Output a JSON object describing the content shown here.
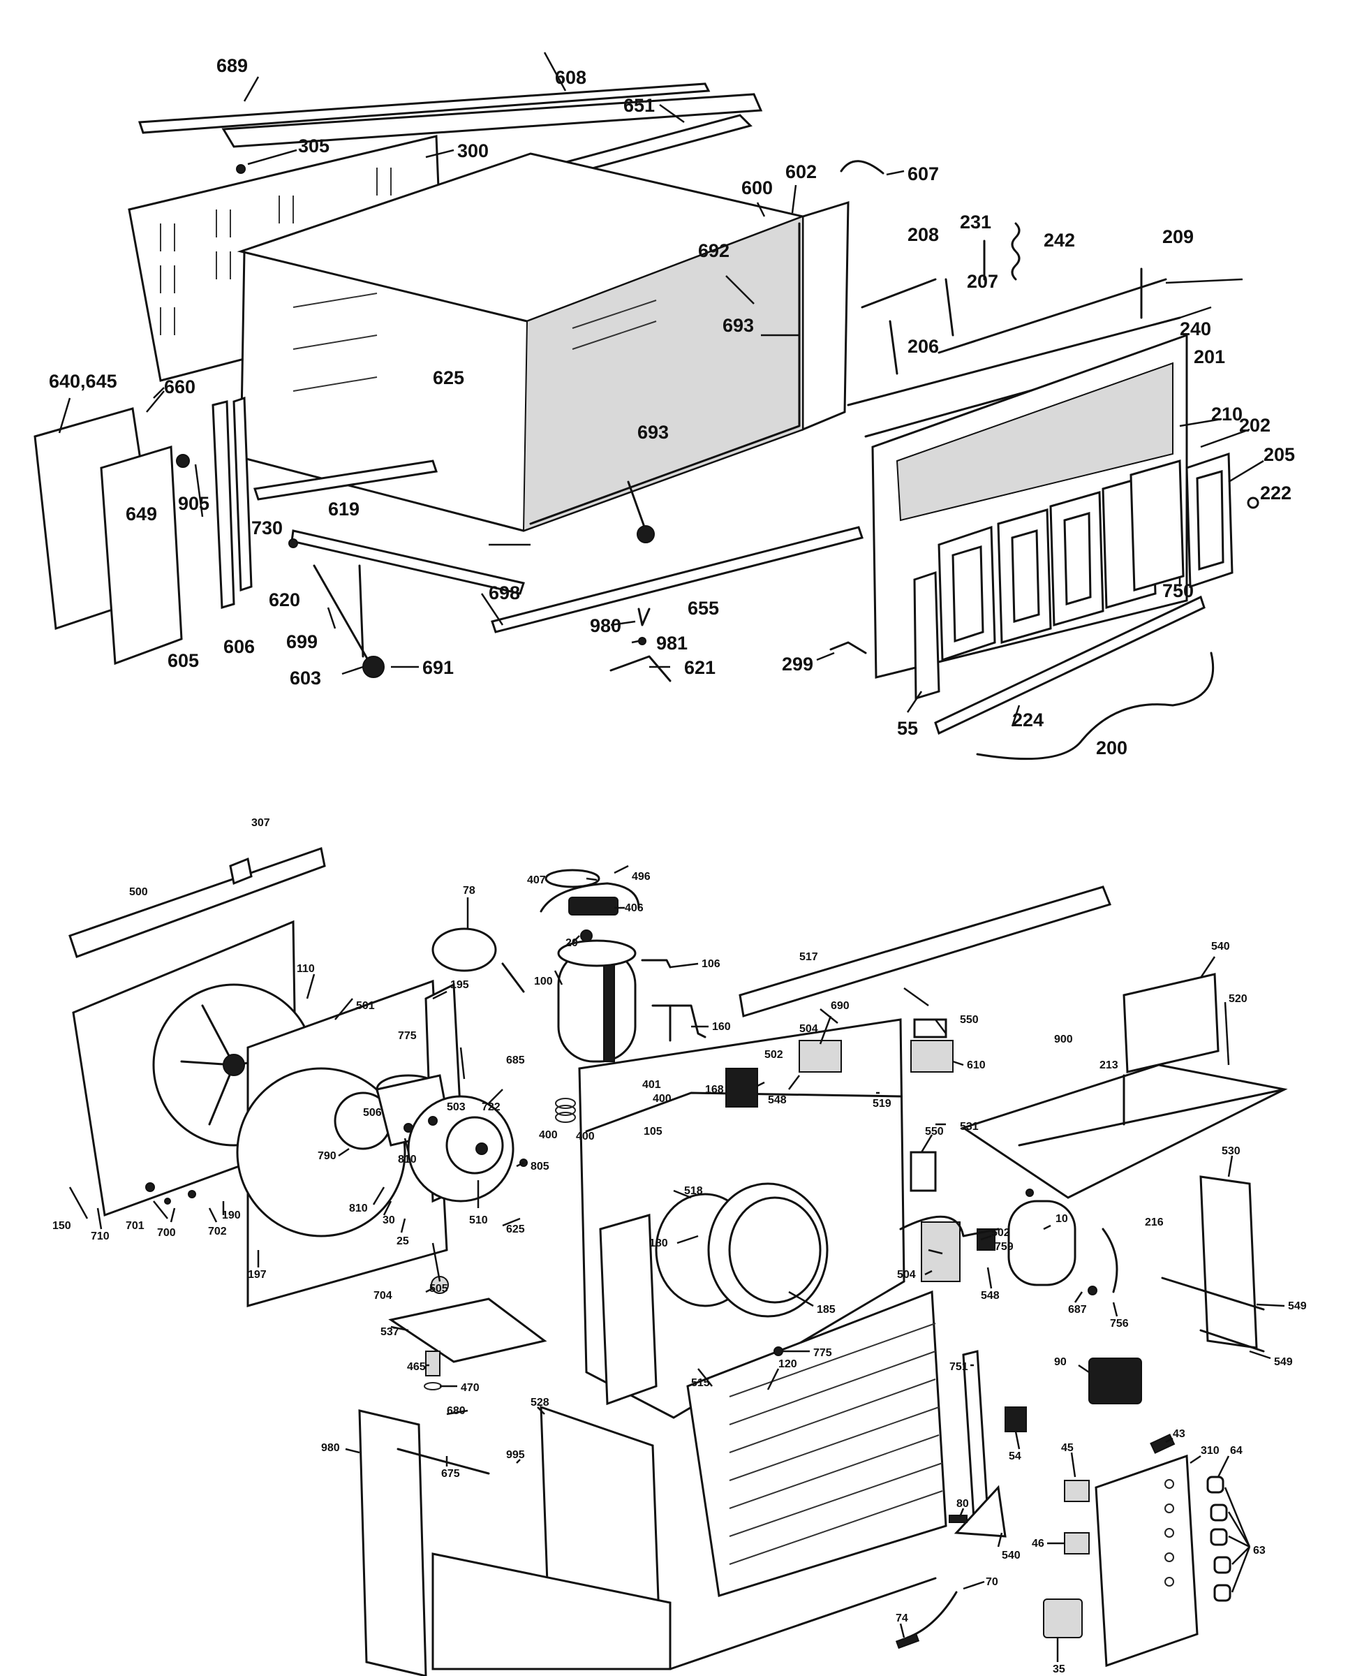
{
  "header_text": "",
  "top_labels": [
    "689",
    "608",
    "651",
    "305",
    "300",
    "607",
    "602",
    "600",
    "692",
    "208",
    "231",
    "242",
    "209",
    "207",
    "693",
    "240",
    "206",
    "201",
    "625",
    "640,645",
    "660",
    "210",
    "202",
    "205",
    "693",
    "905",
    "649",
    "222",
    "730",
    "619",
    "750",
    "620",
    "698",
    "655",
    "980",
    "981",
    "606",
    "699",
    "605",
    "691",
    "621",
    "603",
    "299",
    "224",
    "55",
    "200"
  ],
  "bottom_labels": [
    "307",
    "496",
    "407",
    "78",
    "406",
    "500",
    "20",
    "106",
    "517",
    "540",
    "110",
    "195",
    "100",
    "501",
    "160",
    "520",
    "690",
    "550",
    "900",
    "504",
    "775",
    "685",
    "502",
    "610",
    "401",
    "168",
    "548",
    "400",
    "213",
    "531",
    "506",
    "722",
    "503",
    "400",
    "105",
    "400",
    "519",
    "550",
    "790",
    "810",
    "805",
    "530",
    "518",
    "810",
    "216",
    "701",
    "700",
    "702",
    "190",
    "30",
    "25",
    "510",
    "759",
    "180",
    "502",
    "549",
    "10",
    "150",
    "710",
    "197",
    "505",
    "625",
    "504",
    "548",
    "185",
    "704",
    "687",
    "756",
    "775",
    "549",
    "537",
    "90",
    "465",
    "751",
    "470",
    "120",
    "515",
    "528",
    "680",
    "45",
    "43",
    "980",
    "995",
    "54",
    "310",
    "675",
    "64",
    "80",
    "46",
    "63",
    "70",
    "540",
    "74",
    "35"
  ]
}
